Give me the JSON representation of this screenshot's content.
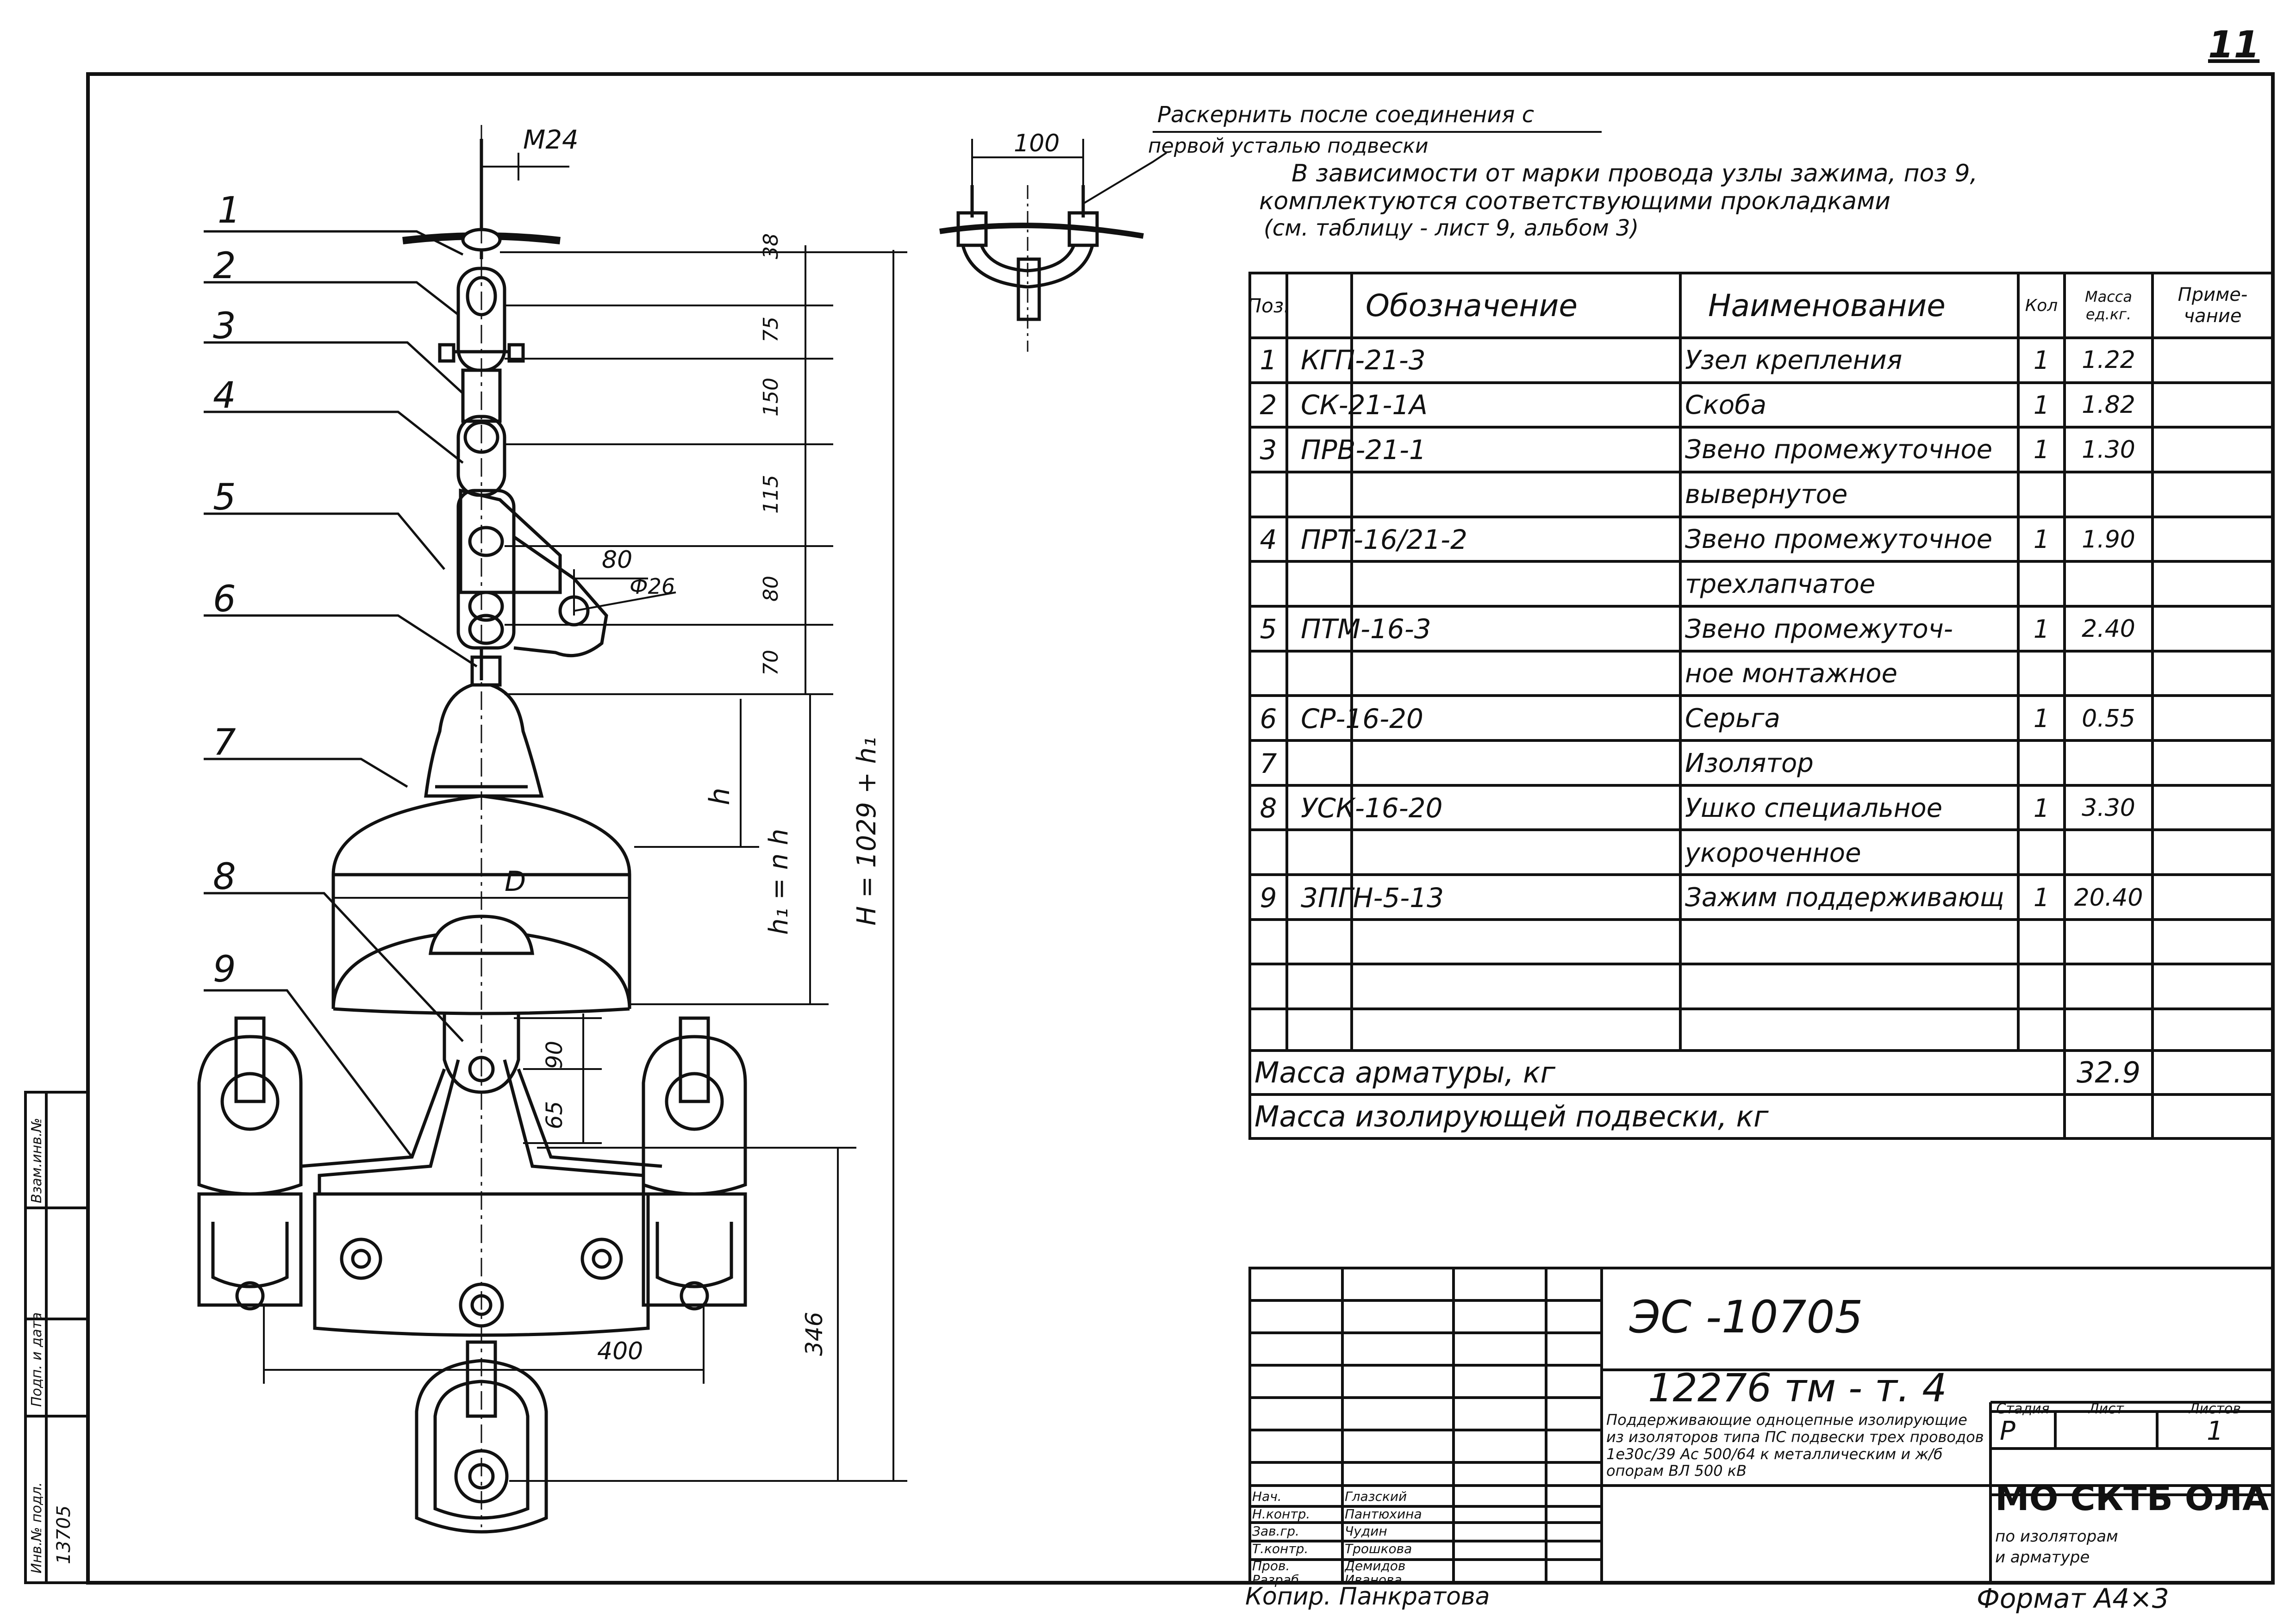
{
  "sheet_number": "11",
  "top_dimension": "M24",
  "clamp_dimension": "100",
  "note_lines": [
    "Раскернить после соединения с",
    "первой усталью подвески",
    "В зависимости от марки провода узлы зажима, поз 9,",
    "комплектуются соответствующими прокладками",
    "(см. таблицу - лист 9, альбом 3)"
  ],
  "callouts": [
    "1",
    "2",
    "3",
    "4",
    "5",
    "6",
    "7",
    "8",
    "9"
  ],
  "dimensions": {
    "right_stack": [
      "38",
      "75",
      "150",
      "115",
      "80",
      "70"
    ],
    "d80": "80",
    "hole": "Ф26",
    "h": "h",
    "h1": "h₁ = n h",
    "H": "H = 1029 + h₁",
    "D": "D",
    "d90": "90",
    "d65": "65",
    "d346": "346",
    "d400": "400"
  },
  "spec_table": {
    "headers": [
      "Поз.",
      "Обозначение",
      "Наименование",
      "Кол",
      "Масса ед.кг.",
      "Приме-чание"
    ],
    "rows": [
      [
        "1",
        "КГП-21-3",
        "Узел крепления",
        "1",
        "1.22",
        ""
      ],
      [
        "2",
        "СК-21-1А",
        "Скоба",
        "1",
        "1.82",
        ""
      ],
      [
        "3",
        "ПРВ-21-1",
        "Звено промежуточное",
        "1",
        "1.30",
        ""
      ],
      [
        "",
        "",
        "вывернутое",
        "",
        "",
        ""
      ],
      [
        "4",
        "ПРТ-16/21-2",
        "Звено промежуточное",
        "1",
        "1.90",
        ""
      ],
      [
        "",
        "",
        "трехлапчатое",
        "",
        "",
        ""
      ],
      [
        "5",
        "ПТМ-16-3",
        "Звено промежуточ-",
        "1",
        "2.40",
        ""
      ],
      [
        "",
        "",
        "ное монтажное",
        "",
        "",
        ""
      ],
      [
        "6",
        "СР-16-20",
        "Серьга",
        "1",
        "0.55",
        ""
      ],
      [
        "7",
        "",
        "Изолятор",
        "",
        "",
        ""
      ],
      [
        "8",
        "УСК-16-20",
        "Ушко специальное",
        "1",
        "3.30",
        ""
      ],
      [
        "",
        "",
        "укороченное",
        "",
        "",
        ""
      ],
      [
        "9",
        "3ПГН-5-13",
        "Зажим поддерживающ",
        "1",
        "20.40",
        ""
      ],
      [
        "",
        "",
        "",
        "",
        "",
        ""
      ],
      [
        "",
        "",
        "",
        "",
        "",
        ""
      ],
      [
        "",
        "",
        "",
        "",
        "",
        ""
      ]
    ],
    "mass_armature_label": "Масса арматуры, кг",
    "mass_armature_value": "32.9",
    "mass_insulating_label": "Масса изолирующей подвески, кг",
    "mass_insulating_value": ""
  },
  "title_block": {
    "doc_code": "ЭС -10705",
    "project": "12276 тм - т. 4",
    "description": "Поддерживающие одноцепные изолирующие из изоляторов типа ПС подвески трех проводов 1е30с/39 Ас 500/64 к металлическим и ж/б опорам ВЛ 500 кВ",
    "stage_label": "Стадия",
    "sheet_label": "Лист",
    "sheets_label": "Листов",
    "stage": "Р",
    "sheet": "",
    "sheets": "1",
    "org": "МО СКТБ ОЛА",
    "org_sub1": "по изоляторам",
    "org_sub2": "и арматуре",
    "staff": [
      [
        "Нач.",
        "Глазский"
      ],
      [
        "Н.контр.",
        "Пантюхина"
      ],
      [
        "Зав.гр.",
        "Чудин"
      ],
      [
        "Т.контр.",
        "Трошкова"
      ],
      [
        "Пров.",
        "Демидов"
      ],
      [
        "Разраб.",
        "Иванова"
      ]
    ]
  },
  "left_strip": [
    "Инв.№ подл.",
    "Подп. и дата",
    "Взам.инв.№"
  ],
  "left_strip_value": "13705",
  "copied_by": "Копир. Панкратова",
  "format": "Формат А4×3"
}
